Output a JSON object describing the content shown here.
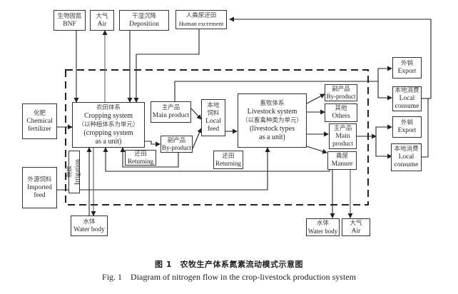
{
  "figure": {
    "caption_zh": "图 1　农牧生产体系氮素流动模式示意图",
    "caption_en": "Fig. 1    Diagram of nitrogen flow in the crop-livestock production system"
  },
  "nodes": {
    "bnf": {
      "zh": "生物固氮",
      "en": "BNF"
    },
    "air_top": {
      "zh": "大气",
      "en": "Air"
    },
    "deposition": {
      "zh": "干湿沉降",
      "en": "Deposition"
    },
    "human_excrement": {
      "zh": "人粪尿还田",
      "en": "Human excrement"
    },
    "chemical_fertilizer": {
      "zh": "化肥",
      "en1": "Chemical",
      "en2": "fertilizer"
    },
    "imported_feed": {
      "zh": "外源饲料",
      "en1": "Imported",
      "en2": "feed"
    },
    "cropping_system": {
      "zh": "农田体系",
      "en": "Cropping system",
      "zh2": "（以种植体系为单元）",
      "en2": "(cropping system",
      "en3": "as a unit)"
    },
    "irrigation": {
      "zh": "灌溉",
      "en": "Irrigation"
    },
    "returning_crop": {
      "zh": "还田",
      "en": "Returning"
    },
    "crop_main_product": {
      "zh": "主产品",
      "en": "Main product"
    },
    "crop_by_product": {
      "zh": "副产品",
      "en": "By-product"
    },
    "local_feed": {
      "zh1": "本地",
      "zh2": "饲料",
      "en1": "Local",
      "en2": "feed"
    },
    "returning_livestock": {
      "zh": "还田",
      "en": "Returning"
    },
    "livestock_system": {
      "zh": "畜牧体系",
      "en": "Livestock system",
      "zh2": "（以畜禽种类为单元）",
      "en2": "(livestock types",
      "en3": "as a unit)"
    },
    "ls_by_product": {
      "zh": "副产品",
      "en": "By-product"
    },
    "others": {
      "zh": "其他",
      "en": "Others"
    },
    "ls_main_product": {
      "zh": "主产品",
      "en1": "Main",
      "en2": "product"
    },
    "manure": {
      "zh": "粪尿",
      "en": "Manure"
    },
    "export_1": {
      "zh": "外销",
      "en": "Export"
    },
    "local_consume_1": {
      "zh": "本地消费",
      "en1": "Local",
      "en2": "consume"
    },
    "export_2": {
      "zh": "外销",
      "en": "Export"
    },
    "local_consume_2": {
      "zh": "本地消费",
      "en1": "Local",
      "en2": "consume"
    },
    "water_body_crop": {
      "zh": "水体",
      "en": "Water body"
    },
    "water_body_ls": {
      "zh": "水体",
      "en": "Water body"
    },
    "air_bottom": {
      "zh": "大气",
      "en": "Air"
    }
  },
  "colors": {
    "line": "#222222",
    "border": "#333333"
  }
}
